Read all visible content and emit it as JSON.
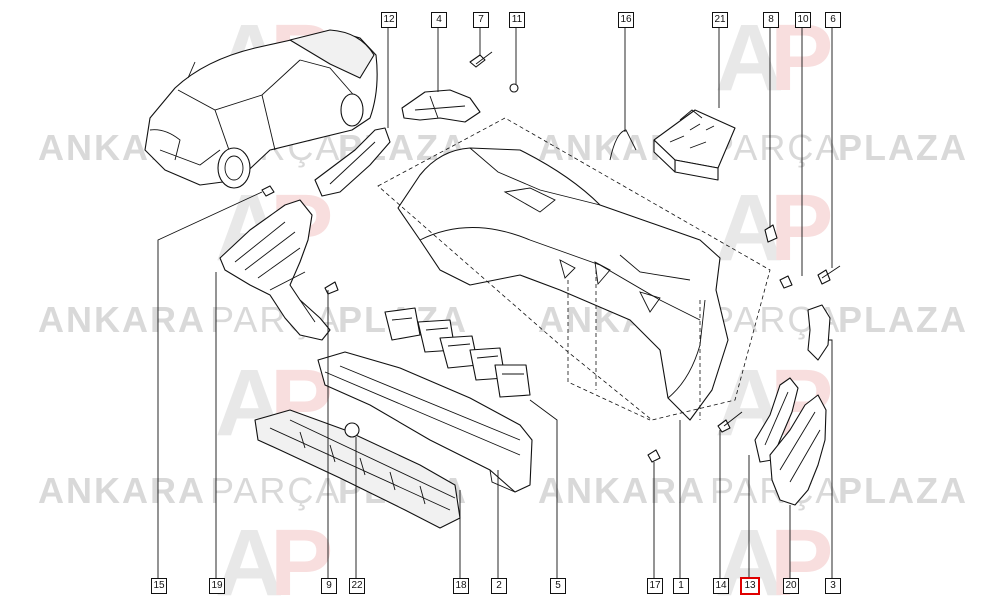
{
  "watermark": {
    "word_bold_1": "ANKARA",
    "word_light": "PARÇA",
    "word_bold_2": "PLAZA",
    "logo_text": "AP",
    "logo_color_gray": "#d6d6d6",
    "logo_color_red": "#f2c4c4"
  },
  "highlight_color": "#e00000",
  "callouts_top": [
    "12",
    "4",
    "7",
    "11",
    "16",
    "21",
    "8",
    "10",
    "6"
  ],
  "callouts_bottom": [
    "15",
    "19",
    "9",
    "22",
    "18",
    "2",
    "5",
    "17",
    "1",
    "14",
    "13",
    "20",
    "3"
  ],
  "highlighted_callout": "13"
}
